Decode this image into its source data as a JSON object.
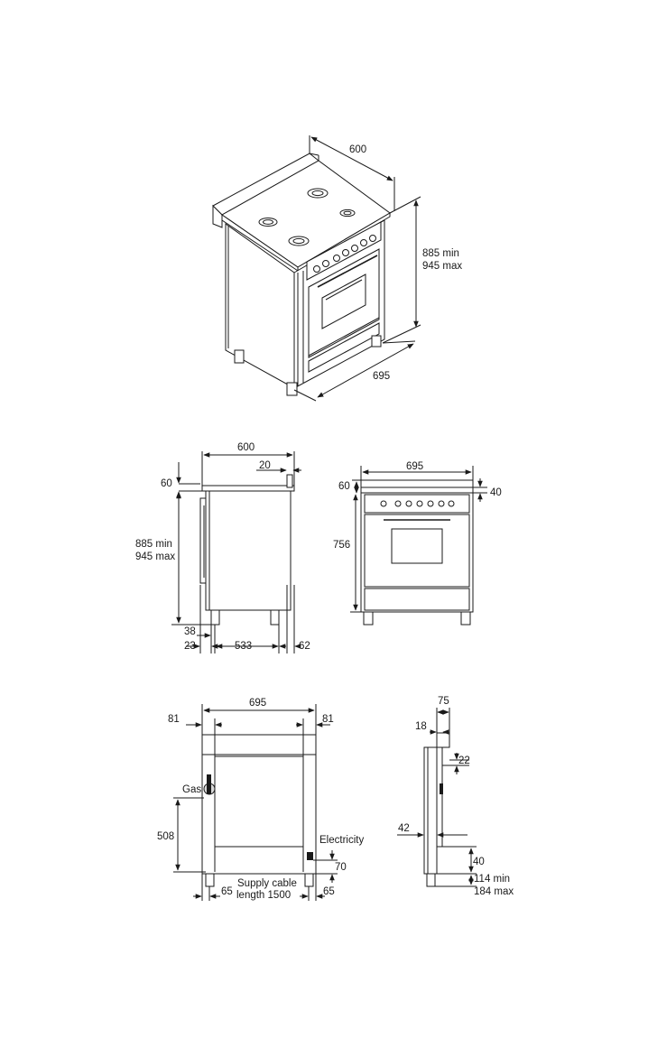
{
  "iso_view": {
    "depth": "600",
    "height_min": "885 min",
    "height_max": "945 max",
    "width": "695"
  },
  "side_view": {
    "depth": "600",
    "rear_offset": "20",
    "backguard": "60",
    "height_min": "885 min",
    "height_max": "945 max",
    "foot_front_a": "38",
    "foot_front_b": "23",
    "foot_span": "533",
    "foot_rear": "62"
  },
  "front_view": {
    "width": "695",
    "backguard": "60",
    "panel": "40",
    "body_height": "756"
  },
  "rear_view": {
    "width": "695",
    "left_margin": "81",
    "right_margin": "81",
    "gas_label": "Gas",
    "gas_height": "508",
    "electricity_label": "Electricity",
    "electricity_height": "70",
    "left_foot": "65",
    "right_foot": "65",
    "cable_line1": "Supply cable",
    "cable_line2": "length 1500"
  },
  "profile_view": {
    "top": "75",
    "inset": "18",
    "rear": "22",
    "foot_inset": "42",
    "plinth": "40",
    "foot_min": "114 min",
    "foot_max": "184 max"
  }
}
